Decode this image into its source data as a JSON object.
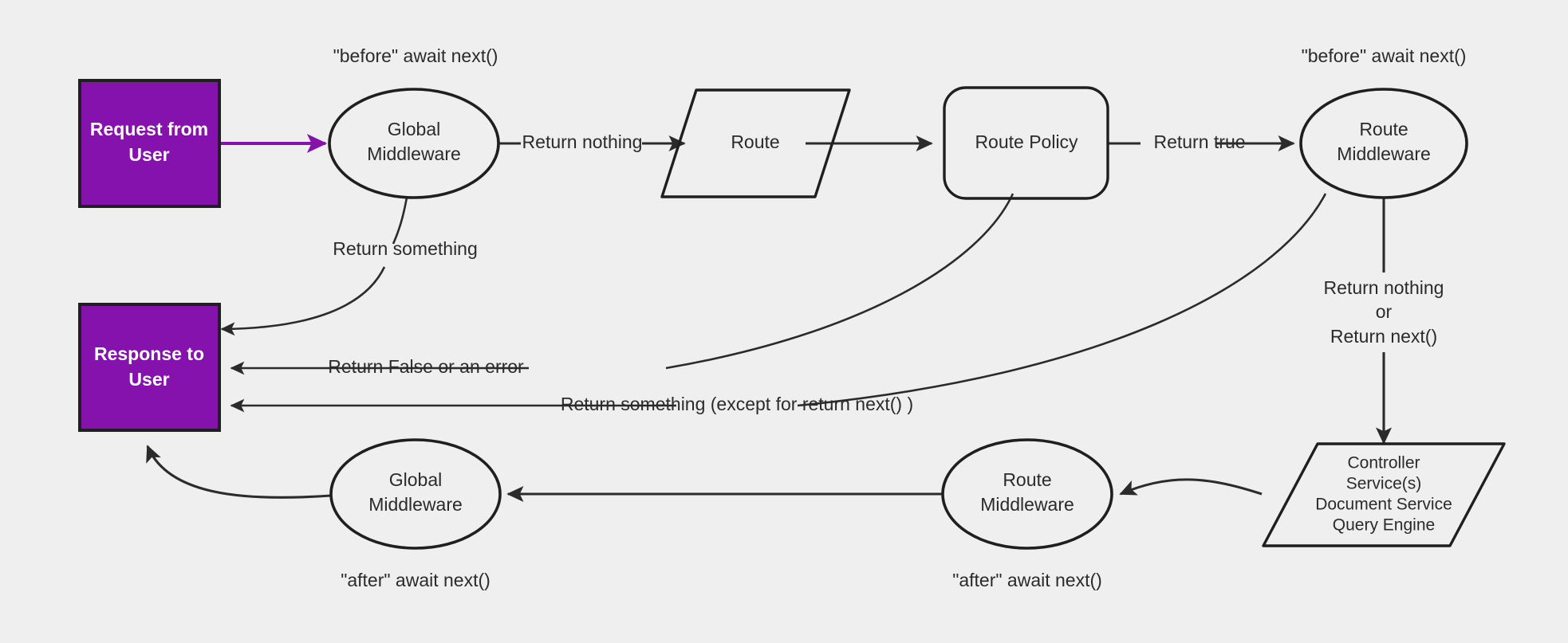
{
  "diagram": {
    "title": "Middleware request lifecycle flow",
    "background_color": "#efefef",
    "stroke_color": "#2b2b2b",
    "accent_color": "#8512ad",
    "terminal_fill": "#8512ad",
    "terminal_text_color": "#ffffff"
  },
  "nodes": {
    "request": {
      "line1": "Request from",
      "line2": "User",
      "shape": "rectangle"
    },
    "response": {
      "line1": "Response to",
      "line2": "User",
      "shape": "rectangle"
    },
    "global_middleware_top": {
      "line1": "Global",
      "line2": "Middleware",
      "shape": "ellipse"
    },
    "route": {
      "line1": "Route",
      "shape": "parallelogram"
    },
    "route_policy": {
      "line1": "Route Policy",
      "shape": "rounded-rectangle"
    },
    "route_middleware_top": {
      "line1": "Route",
      "line2": "Middleware",
      "shape": "ellipse"
    },
    "controller": {
      "line1": "Controller",
      "line2": "Service(s)",
      "line3": "Document Service",
      "line4": "Query Engine",
      "shape": "parallelogram"
    },
    "route_middleware_bottom": {
      "line1": "Route",
      "line2": "Middleware",
      "shape": "ellipse"
    },
    "global_middleware_bottom": {
      "line1": "Global",
      "line2": "Middleware",
      "shape": "ellipse"
    }
  },
  "annotations": {
    "before_global": "\"before\" await next()",
    "before_route_mw": "\"before\" await next()",
    "after_global": "\"after\" await next()",
    "after_route_mw": "\"after\" await next()"
  },
  "edges": {
    "request_to_global": "",
    "global_to_route": "Return nothing",
    "global_to_response": "Return something",
    "route_to_policy": "",
    "policy_to_route_mw": "Return true",
    "policy_to_response": "Return False or an error",
    "route_mw_to_response": "Return something (except for return next() )",
    "route_mw_to_controller_l1": "Return nothing",
    "route_mw_to_controller_l2": "or",
    "route_mw_to_controller_l3": "Return next()",
    "controller_to_route_mw_bottom": "",
    "route_mw_bottom_to_global_bottom": "",
    "global_bottom_to_response": ""
  }
}
